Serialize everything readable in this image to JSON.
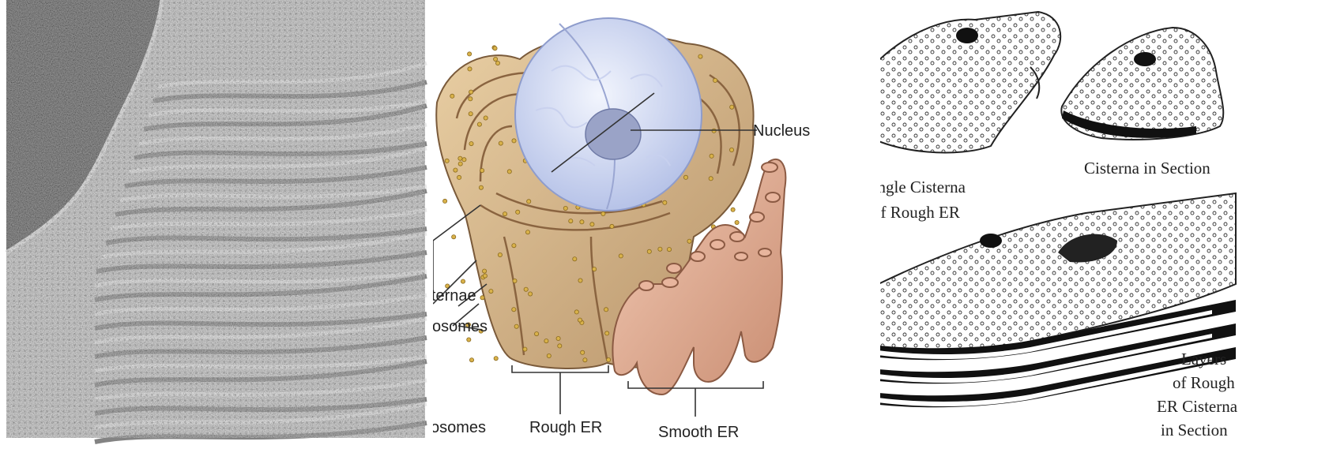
{
  "diagram": {
    "center_labels": {
      "nucleus": "Nucleus",
      "cisternae": "Cisternae",
      "ribosomes": "Ribosomes",
      "ribosomes_bottom": "Ribosomes",
      "rough_er": "Rough ER",
      "smooth_er": "Smooth ER"
    },
    "right_labels": {
      "single_cisterna_1": "Single Cisterna",
      "single_cisterna_2": "of Rough ER",
      "cisterna_in_section": "Cisterna in Section",
      "layers_1": "Layers",
      "layers_2": "of Rough",
      "layers_3": "ER Cisterna",
      "layers_4": "in Section"
    }
  }
}
